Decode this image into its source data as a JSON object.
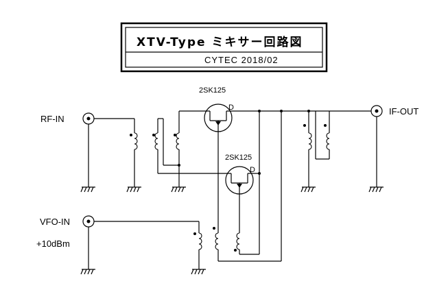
{
  "title": {
    "main": "XTV-Type  ミキサー回路図",
    "sub": "CYTEC 2018/02"
  },
  "ports": {
    "rf_in": "RF-IN",
    "if_out": "IF-OUT",
    "vfo_in": "VFO-IN",
    "vfo_level": "+10dBm"
  },
  "transistors": {
    "q1": {
      "part": "2SK125",
      "pin": "D"
    },
    "q2": {
      "part": "2SK125",
      "pin": "D"
    }
  }
}
